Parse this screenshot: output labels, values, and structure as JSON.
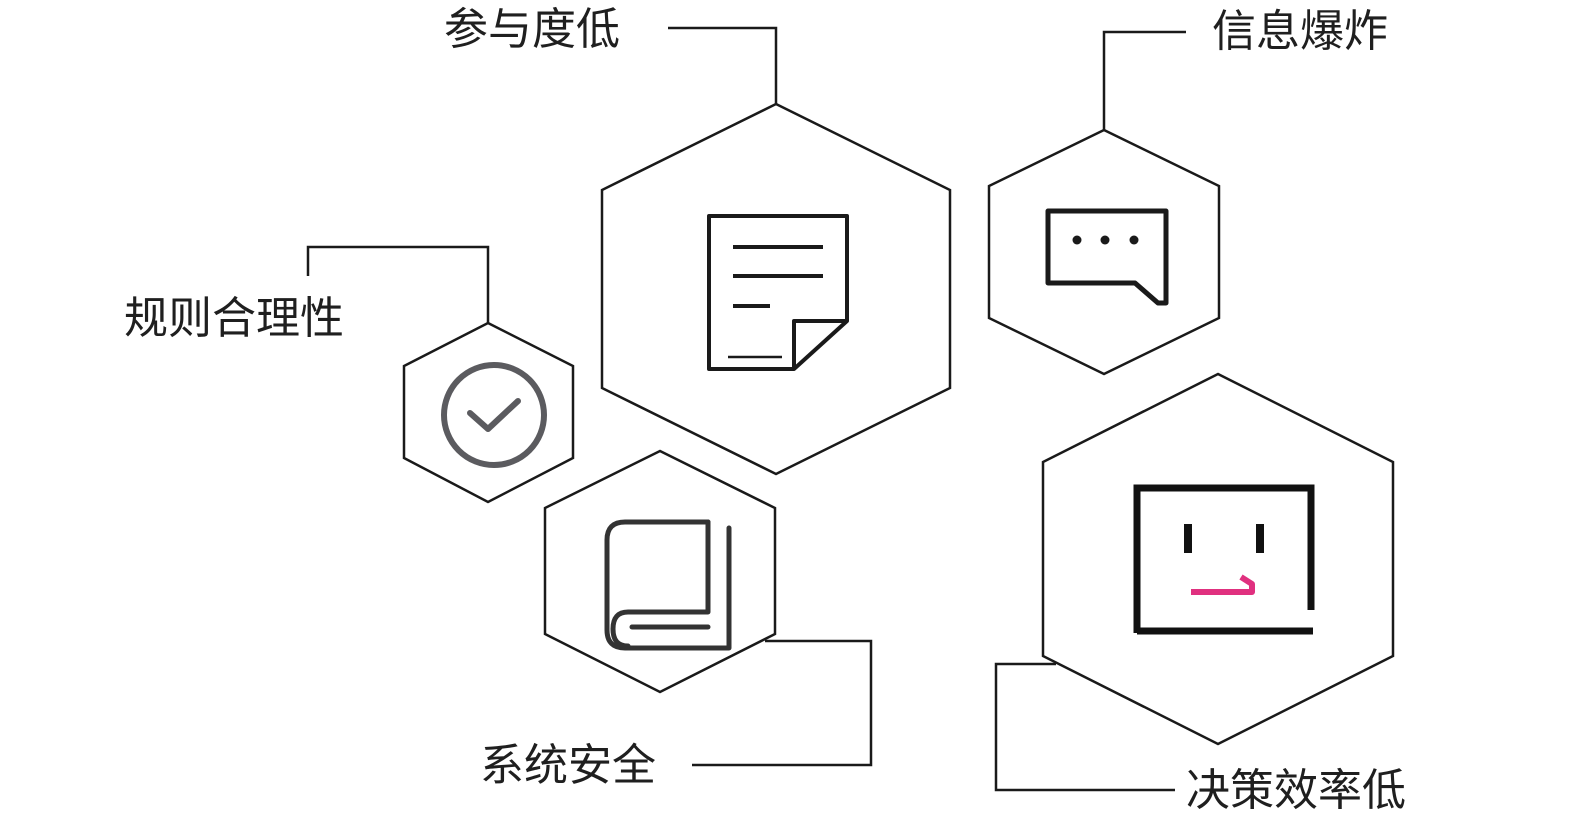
{
  "labels": {
    "participation": "参与度低",
    "info_explosion": "信息爆炸",
    "rule_rationality": "规则合理性",
    "system_security": "系统安全",
    "decision_efficiency": "决策效率低"
  },
  "icons": {
    "participation": "document-icon",
    "info_explosion": "chat-bubble-icon",
    "rule_rationality": "check-circle-icon",
    "system_security": "book-icon",
    "decision_efficiency": "face-icon"
  },
  "colors": {
    "line": "#1a1a1a",
    "check_icon": "#5b5b5f",
    "accent_mouth": "#e0307f"
  }
}
